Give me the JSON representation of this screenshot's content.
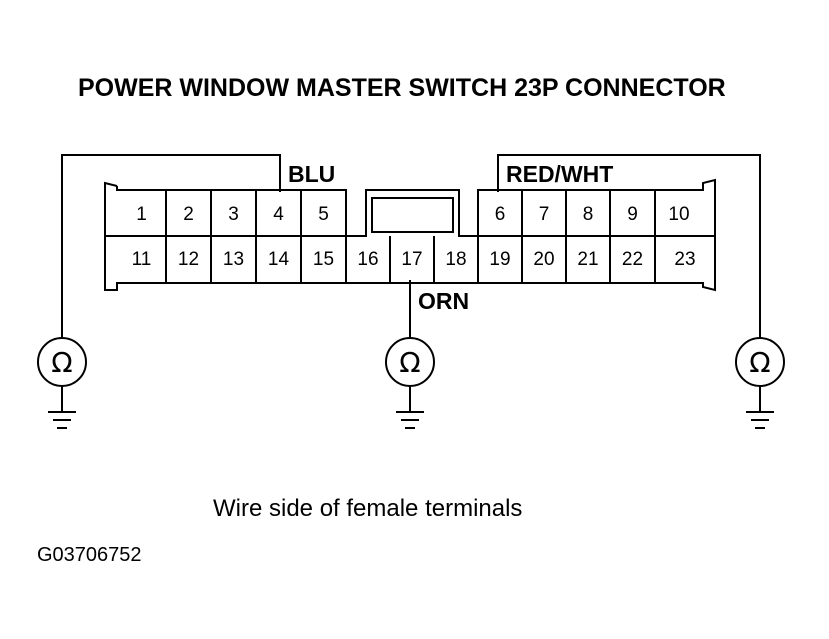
{
  "diagram": {
    "title": "POWER WINDOW MASTER SWITCH 23P CONNECTOR",
    "wire_labels": {
      "blu": "BLU",
      "red_wht": "RED/WHT",
      "orn": "ORN"
    },
    "connector": {
      "top_row": [
        "1",
        "2",
        "3",
        "4",
        "5",
        "6",
        "7",
        "8",
        "9",
        "10"
      ],
      "bottom_row": [
        "11",
        "12",
        "13",
        "14",
        "15",
        "16",
        "17",
        "18",
        "19",
        "20",
        "21",
        "22",
        "23"
      ]
    },
    "meters": [
      {
        "symbol": "Ω"
      },
      {
        "symbol": "Ω"
      },
      {
        "symbol": "Ω"
      }
    ],
    "caption": "Wire side of female terminals",
    "figure_id": "G03706752"
  }
}
